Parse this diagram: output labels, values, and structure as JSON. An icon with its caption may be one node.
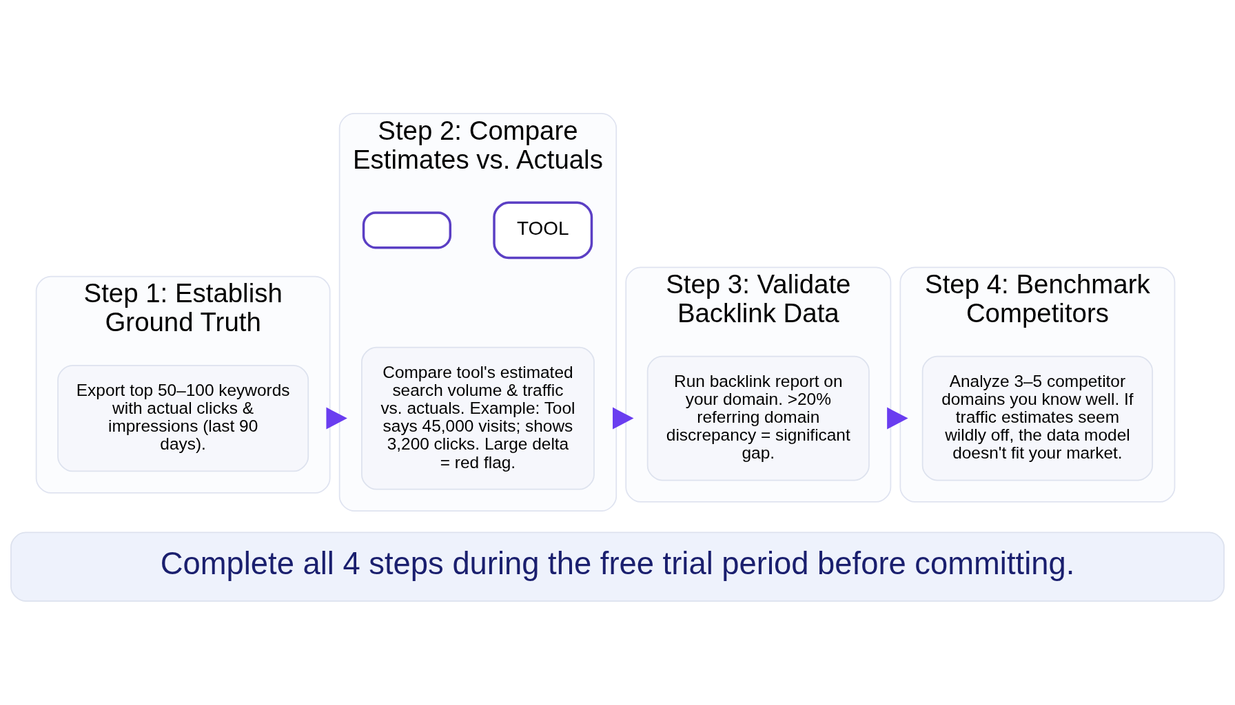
{
  "diagram": {
    "nodes": [
      {
        "text": [
          "Step 1: Establish Ground Truth"
        ]
      },
      {
        "text": [
          "Export top 50–100 keywords with actual clicks & impressions (last 90 days)."
        ],
        "in": 0
      },
      {
        "text": [
          "Step 2: Compare Estimates vs. Actuals"
        ]
      },
      {
        "text": [
          "TOOL"
        ],
        "in": 2
      },
      {
        "text": [],
        "shape": "box",
        "in": 2
      },
      {
        "text": [
          "Compare tool's estimated search volume & traffic vs. actuals. Example: Tool says 45,000 visits; shows 3,200 clicks. Large delta = red flag."
        ],
        "in": 2
      },
      {
        "text": [
          "Step 3: Validate Backlink Data"
        ]
      },
      {
        "text": [
          "Run backlink report on your domain. >20% referring domain discrepancy = significant gap."
        ],
        "in": 6
      },
      {
        "text": [
          "Step 4: Benchmark Competitors"
        ]
      },
      {
        "text": [
          "Analyze 3–5 competitor domains you know well. If traffic estimates seem wildly off, the data model doesn't fit your market."
        ],
        "in": 8
      },
      {
        "text": [
          "Complete all 4 steps during the free trial period before committing."
        ]
      }
    ],
    "edges": [
      {
        "from": 0,
        "to": 2,
        "arrow": "to"
      },
      {
        "from": 2,
        "to": 6,
        "arrow": "to"
      },
      {
        "from": 6,
        "to": 8,
        "arrow": "to"
      }
    ]
  }
}
